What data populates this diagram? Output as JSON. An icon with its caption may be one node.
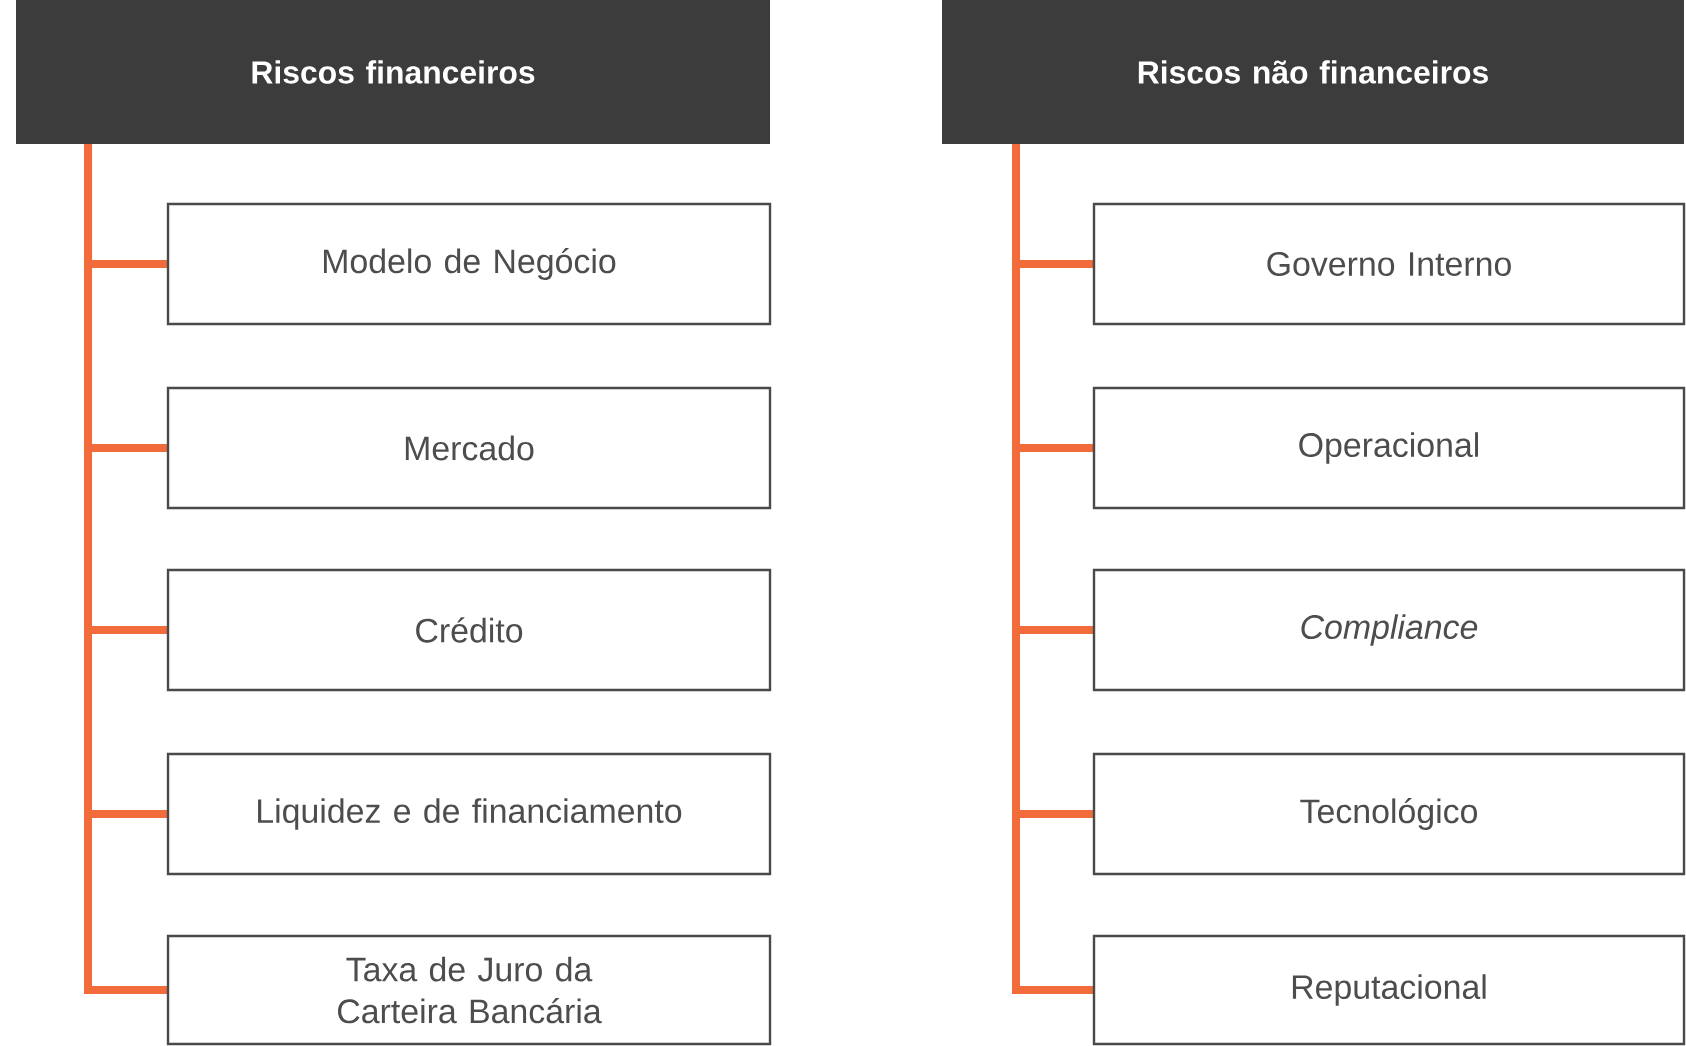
{
  "diagram": {
    "nodes": [
      {
        "text": [
          "Riscos financeiros"
        ]
      },
      {
        "text": [
          "Modelo de Negócio"
        ]
      },
      {
        "text": [
          "Mercado"
        ]
      },
      {
        "text": [
          "Crédito"
        ]
      },
      {
        "text": [
          "Liquidez e de financiamento"
        ]
      },
      {
        "text": [
          "Taxa de Juro da Carteira Bancária"
        ]
      },
      {
        "text": [
          "Riscos não financeiros"
        ]
      },
      {
        "text": [
          "Governo Interno"
        ]
      },
      {
        "text": [
          "Operacional"
        ]
      },
      {
        "text": [
          "*Compliance*"
        ]
      },
      {
        "text": [
          "Tecnológico"
        ]
      },
      {
        "text": [
          "Reputacional"
        ]
      }
    ],
    "edges": [
      {
        "from": 0,
        "to": 1,
        "arrow": "none"
      },
      {
        "from": 0,
        "to": 2,
        "arrow": "none"
      },
      {
        "from": 0,
        "to": 3,
        "arrow": "none"
      },
      {
        "from": 0,
        "to": 4,
        "arrow": "none"
      },
      {
        "from": 0,
        "to": 5,
        "arrow": "none"
      },
      {
        "from": 6,
        "to": 7,
        "arrow": "none"
      },
      {
        "from": 6,
        "to": 8,
        "arrow": "none"
      },
      {
        "from": 6,
        "to": 9,
        "arrow": "none"
      },
      {
        "from": 6,
        "to": 10,
        "arrow": "none"
      },
      {
        "from": 6,
        "to": 11,
        "arrow": "none"
      }
    ]
  }
}
